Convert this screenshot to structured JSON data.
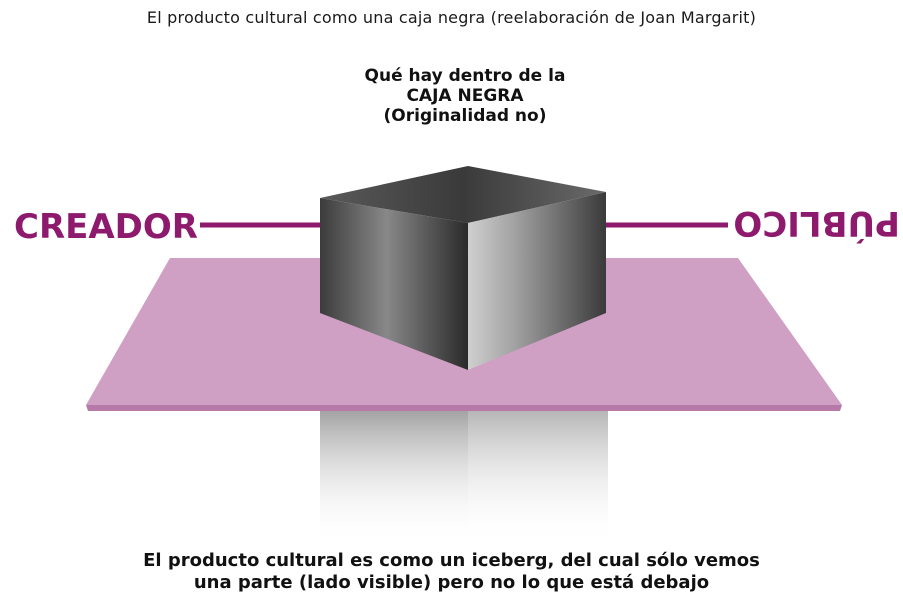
{
  "caption_top": "El producto cultural como una caja negra (reelaboración de Joan Margarit)",
  "box_question": {
    "line1": "Qué hay dentro de la",
    "line2": "CAJA NEGRA",
    "line3": "(Originalidad no)"
  },
  "creator_label": "CREADOR",
  "public_label": "PÚBLICO",
  "caption_bottom": {
    "line1": "El producto cultural es como un iceberg, del cual sólo vemos",
    "line2": "una parte (lado visible) pero no lo que está debajo"
  },
  "colors": {
    "accent": "#8e1a6e",
    "plane": "#cf9fc4",
    "plane_edge": "#b77aa8"
  }
}
